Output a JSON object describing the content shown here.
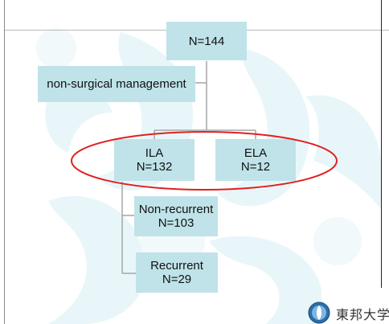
{
  "diagram": {
    "root": {
      "line1": "N=144"
    },
    "side": {
      "line1": "non-surgical management"
    },
    "ila": {
      "line1": "ILA",
      "line2": "N=132"
    },
    "ela": {
      "line1": "ELA",
      "line2": "N=12"
    },
    "non_recurrent": {
      "line1": "Non-recurrent",
      "line2": "N=103"
    },
    "recurrent": {
      "line1": "Recurrent",
      "line2": "N=29"
    }
  },
  "logo": {
    "text": "東邦大学"
  },
  "colors": {
    "node_fill": "#bfe3e8",
    "connector": "#a6a6a6",
    "highlight_ellipse": "#e02020",
    "watermark": "#e6f4f8"
  }
}
